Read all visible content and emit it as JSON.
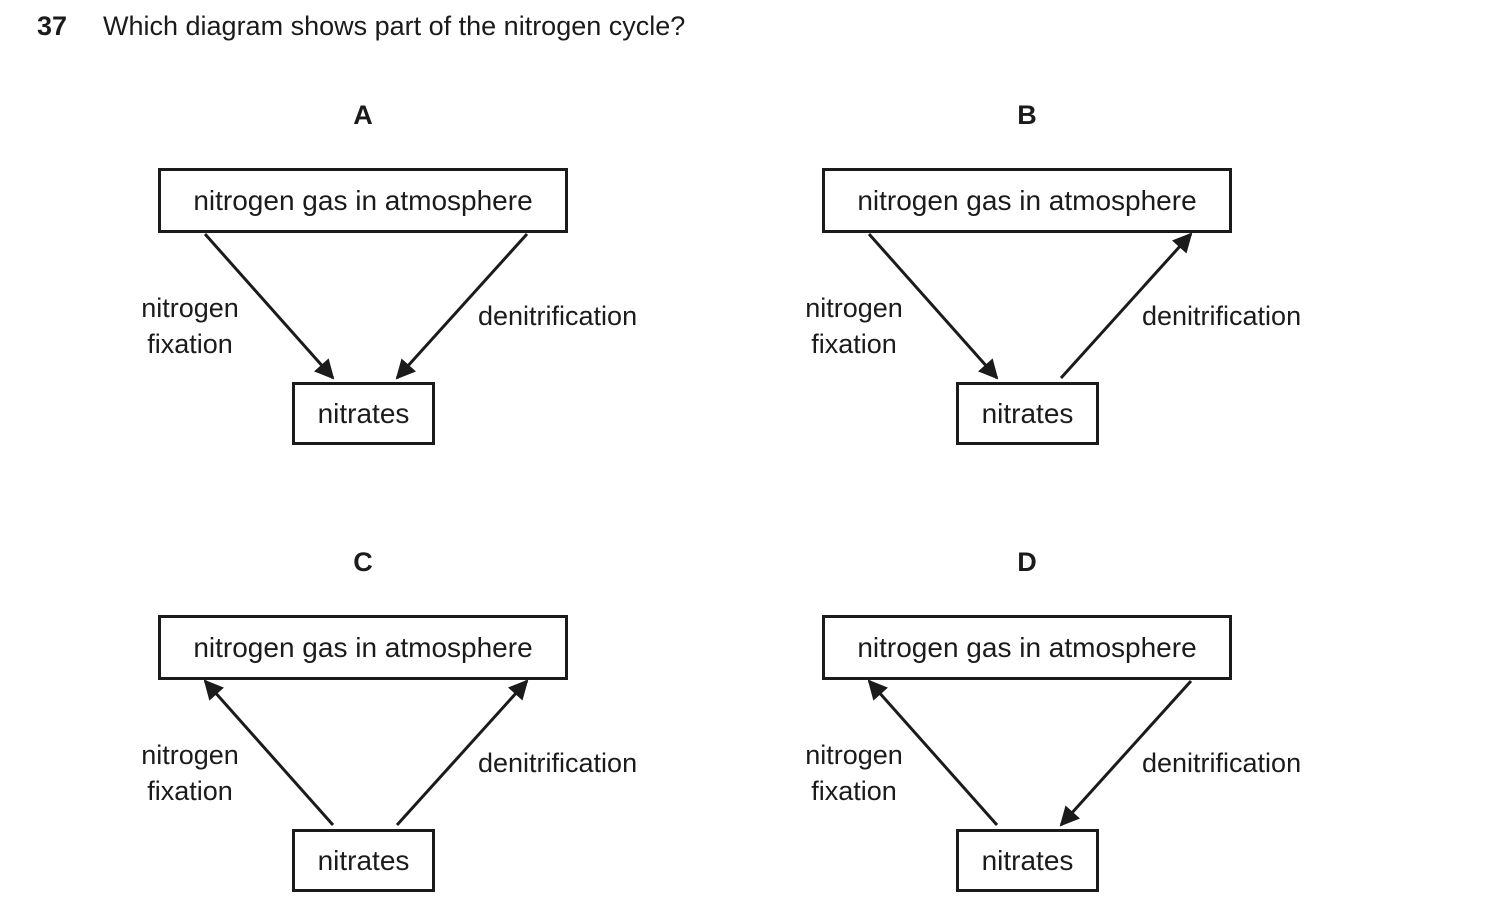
{
  "page": {
    "background": "#ffffff",
    "ink": "#1b1b1b"
  },
  "question": {
    "number": "37",
    "text": "Which diagram shows part of the nitrogen cycle?"
  },
  "diagrams": [
    {
      "letter": "A",
      "top_box": "nitrogen gas in atmosphere",
      "bottom_box": "nitrates",
      "left_arrow": {
        "label": "nitrogen\nfixation",
        "direction": "down"
      },
      "right_arrow": {
        "label": "denitrification",
        "direction": "down"
      }
    },
    {
      "letter": "B",
      "top_box": "nitrogen gas in atmosphere",
      "bottom_box": "nitrates",
      "left_arrow": {
        "label": "nitrogen\nfixation",
        "direction": "down"
      },
      "right_arrow": {
        "label": "denitrification",
        "direction": "up"
      }
    },
    {
      "letter": "C",
      "top_box": "nitrogen gas in atmosphere",
      "bottom_box": "nitrates",
      "left_arrow": {
        "label": "nitrogen\nfixation",
        "direction": "up"
      },
      "right_arrow": {
        "label": "denitrification",
        "direction": "up"
      }
    },
    {
      "letter": "D",
      "top_box": "nitrogen gas in atmosphere",
      "bottom_box": "nitrates",
      "left_arrow": {
        "label": "nitrogen\nfixation",
        "direction": "up"
      },
      "right_arrow": {
        "label": "denitrification",
        "direction": "down"
      }
    }
  ]
}
